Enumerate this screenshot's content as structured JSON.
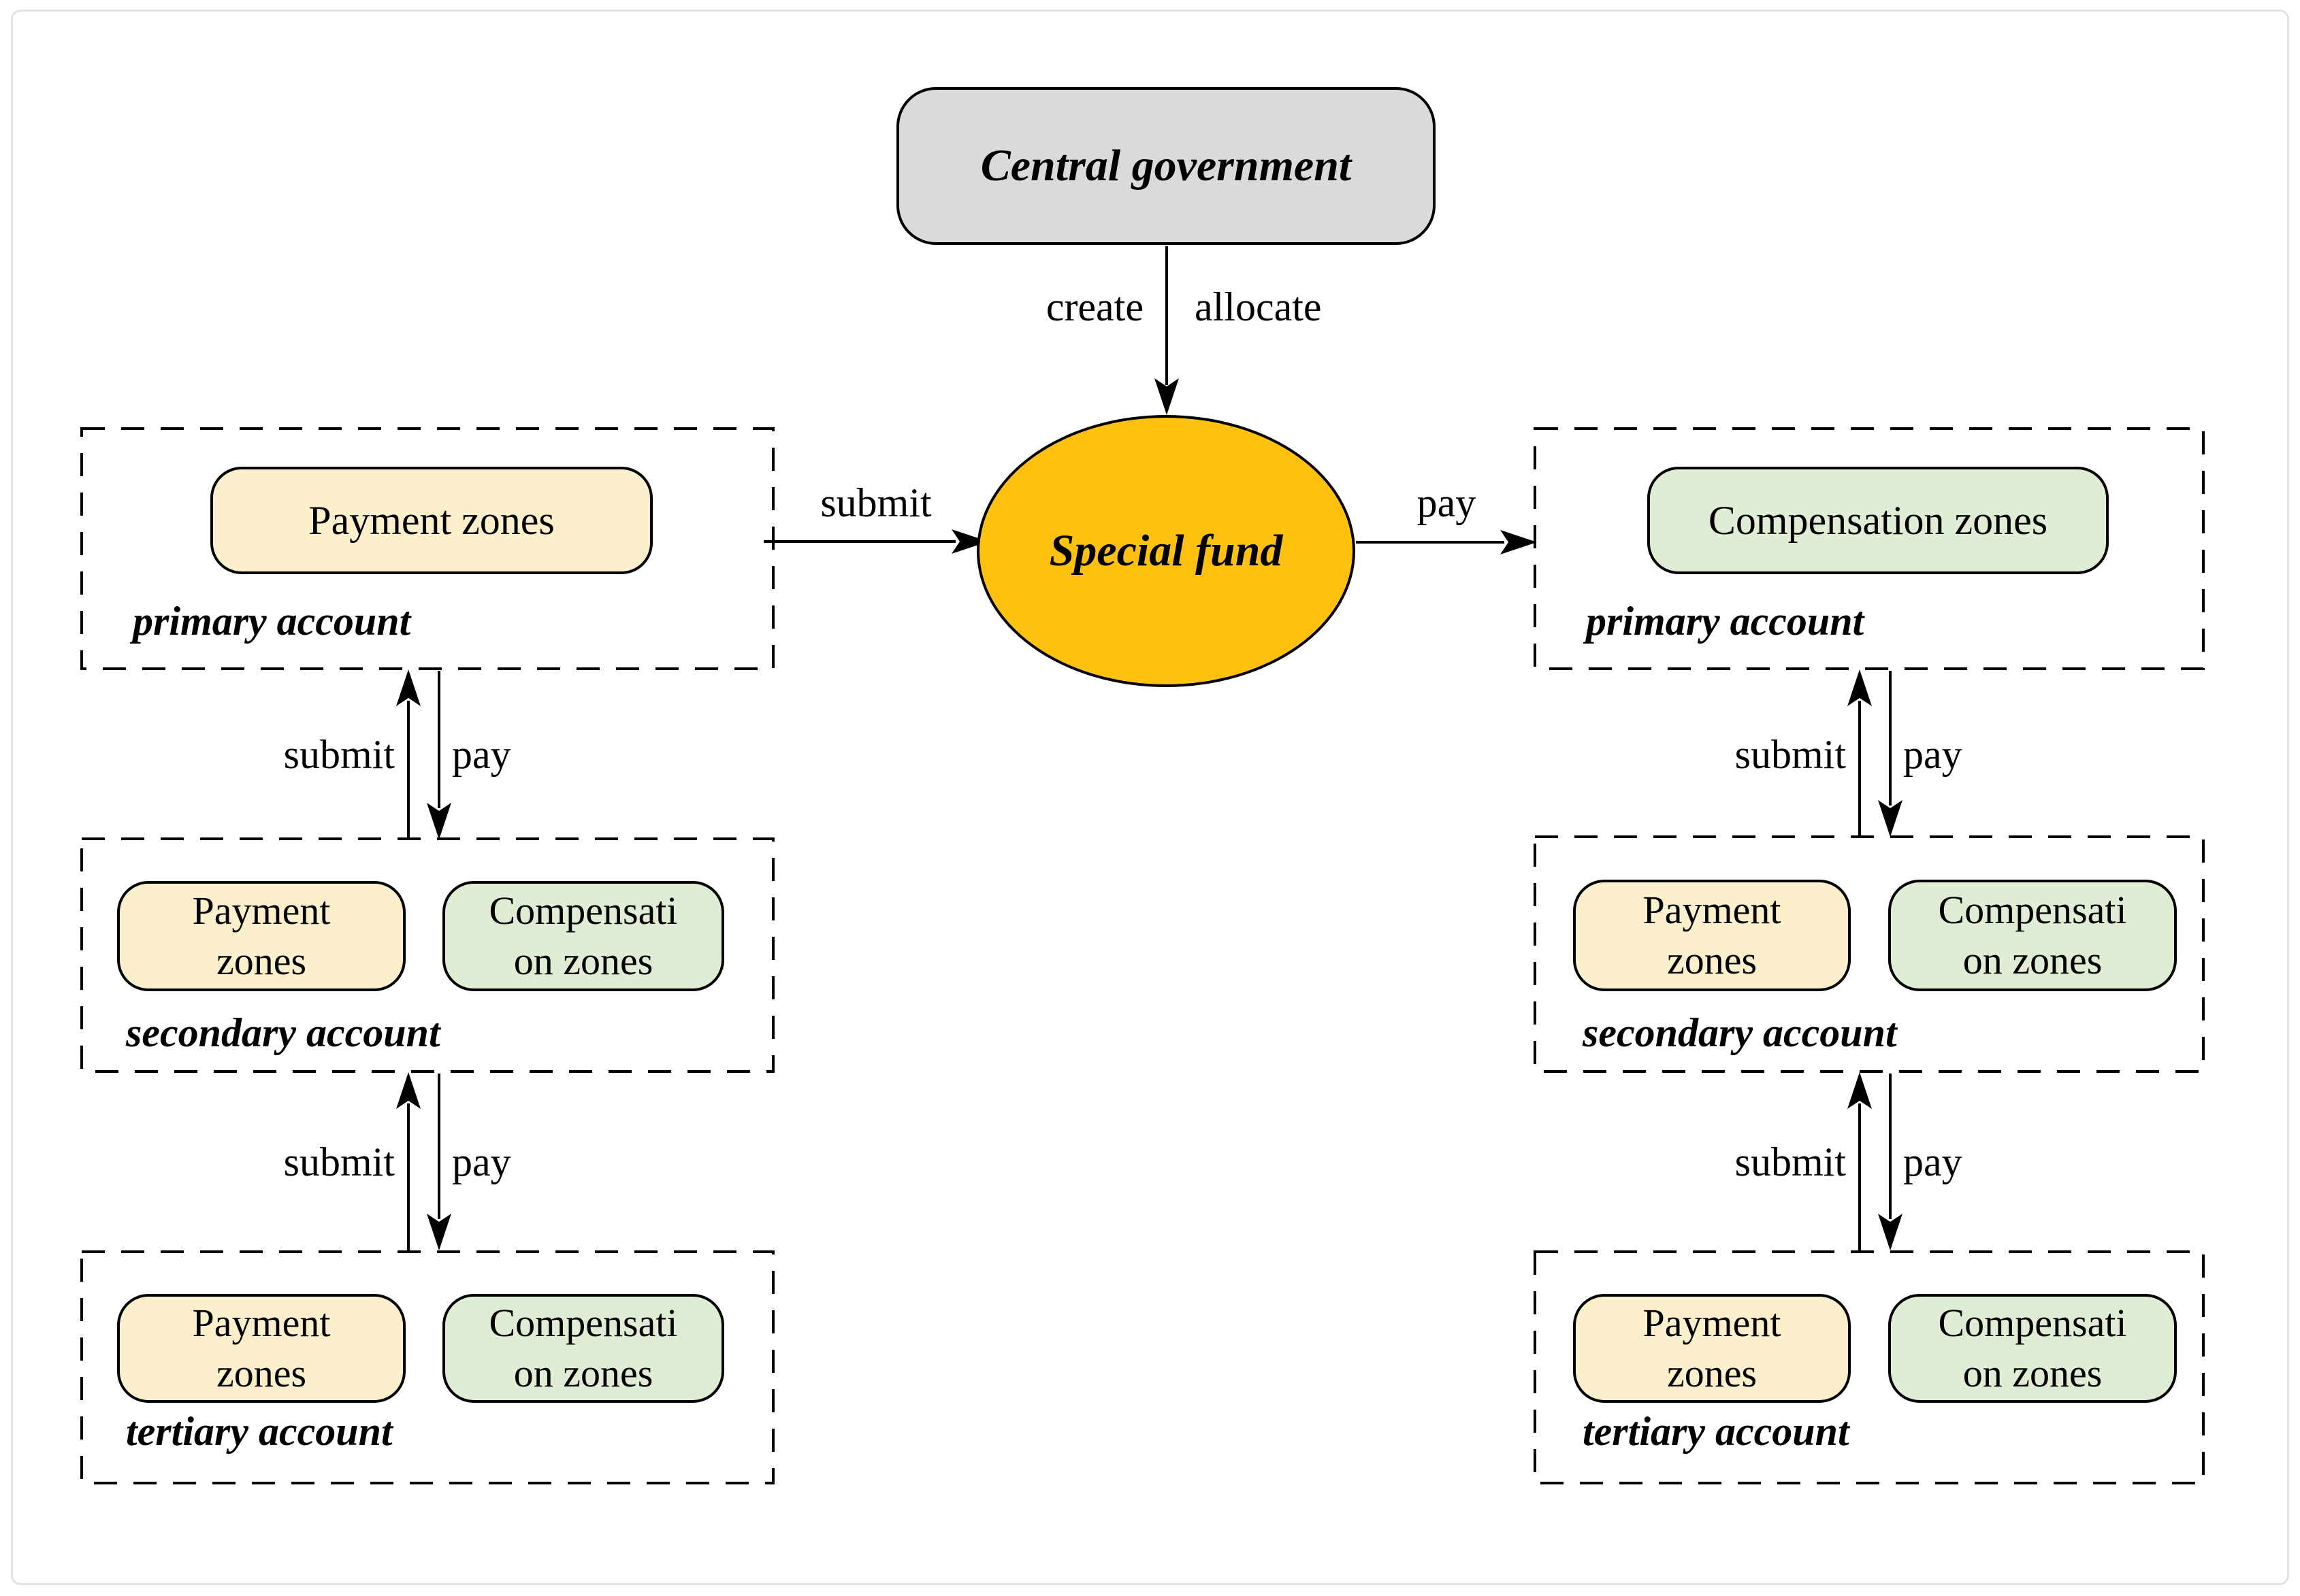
{
  "colors": {
    "node-gray": "#DADADA",
    "fund-orange": "#FEC110",
    "payment-cream": "#FCF0CC",
    "compensation-green": "#DEEDD4",
    "stroke": "#000000",
    "frame-gray": "#E2E2E2"
  },
  "central_government": {
    "label": "Central government"
  },
  "special_fund": {
    "label": "Special fund"
  },
  "edge_labels": {
    "create": "create",
    "allocate": "allocate",
    "submit": "submit",
    "pay": "pay"
  },
  "left_column": {
    "primary": {
      "account_label": "primary account",
      "payment_zone": "Payment zones"
    },
    "secondary": {
      "account_label": "secondary account",
      "payment_zone_lines": [
        "Payment",
        "zones"
      ],
      "compensation_zone_lines": [
        "Compensati",
        "on zones"
      ]
    },
    "tertiary": {
      "account_label": "tertiary account",
      "payment_zone_lines": [
        "Payment",
        "zones"
      ],
      "compensation_zone_lines": [
        "Compensati",
        "on zones"
      ]
    }
  },
  "right_column": {
    "primary": {
      "account_label": "primary account",
      "compensation_zone": "Compensation zones"
    },
    "secondary": {
      "account_label": "secondary account",
      "payment_zone_lines": [
        "Payment",
        "zones"
      ],
      "compensation_zone_lines": [
        "Compensati",
        "on zones"
      ]
    },
    "tertiary": {
      "account_label": "tertiary account",
      "payment_zone_lines": [
        "Payment",
        "zones"
      ],
      "compensation_zone_lines": [
        "Compensati",
        "on zones"
      ]
    }
  }
}
